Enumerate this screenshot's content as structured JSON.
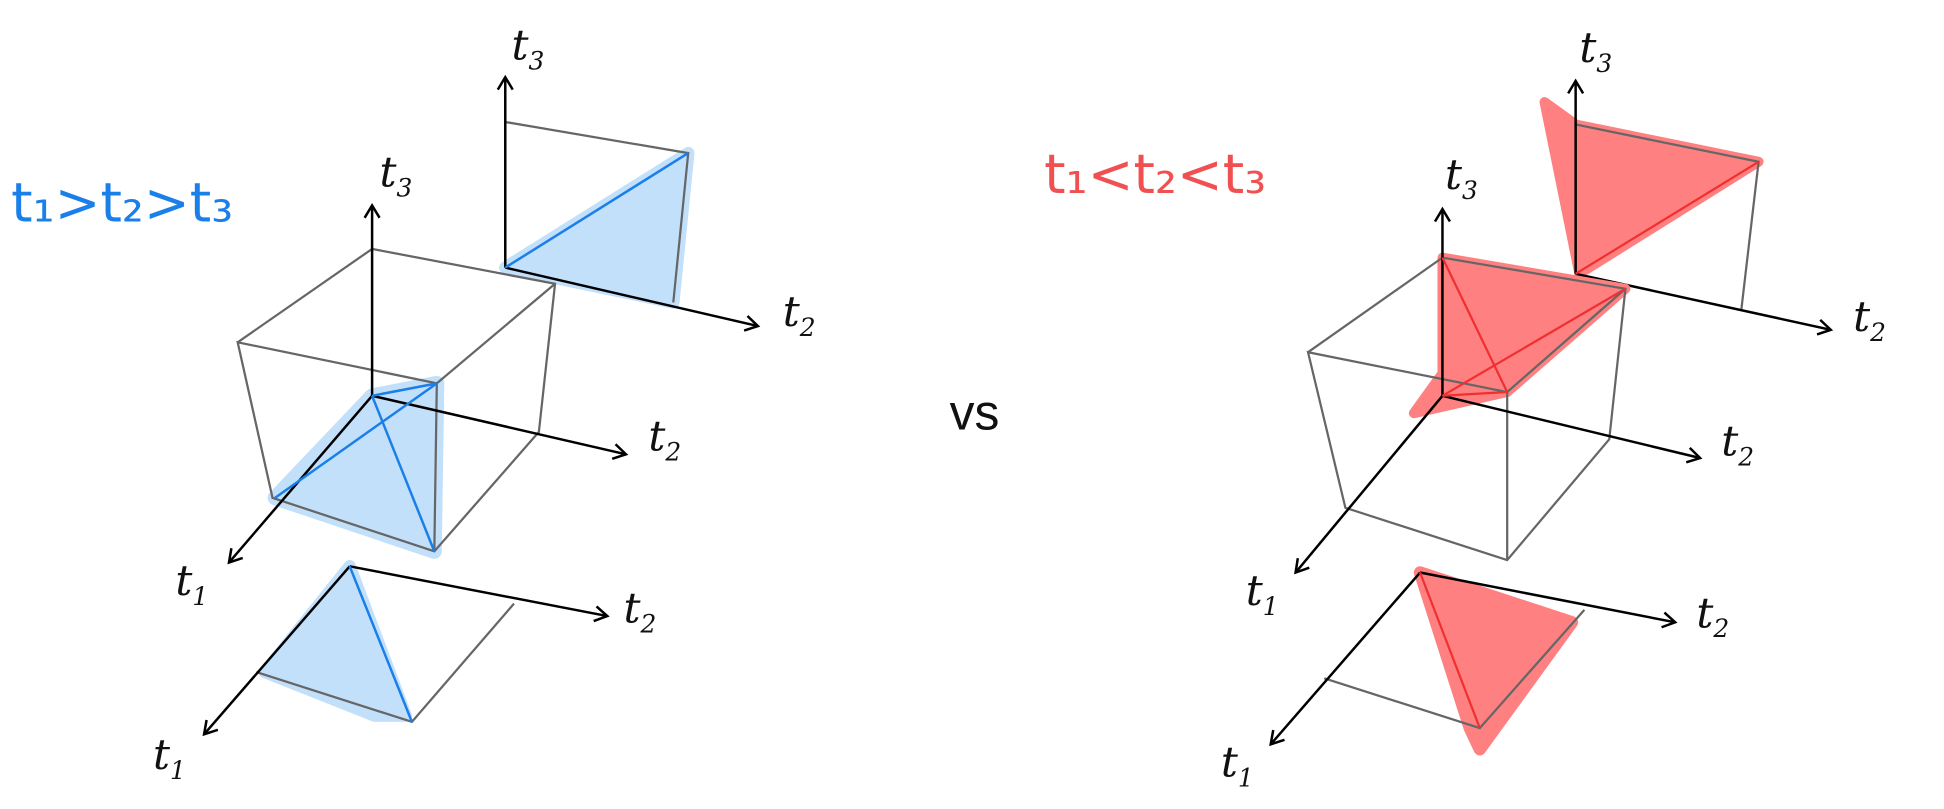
{
  "left": {
    "condition": "t₁>t₂>t₃",
    "color": "#1a7fe8",
    "fill": "#c3e0fb",
    "axis_t1": "t",
    "axis_t1_sub": "1",
    "axis_t2": "t",
    "axis_t2_sub": "2",
    "axis_t3": "t",
    "axis_t3_sub": "3"
  },
  "separator": "vs",
  "right": {
    "condition": "t₁<t₂<t₃",
    "color": "#f05050",
    "fill": "#ff8080",
    "axis_t1": "t",
    "axis_t1_sub": "1",
    "axis_t2": "t",
    "axis_t2_sub": "2",
    "axis_t3": "t",
    "axis_t3_sub": "3"
  }
}
